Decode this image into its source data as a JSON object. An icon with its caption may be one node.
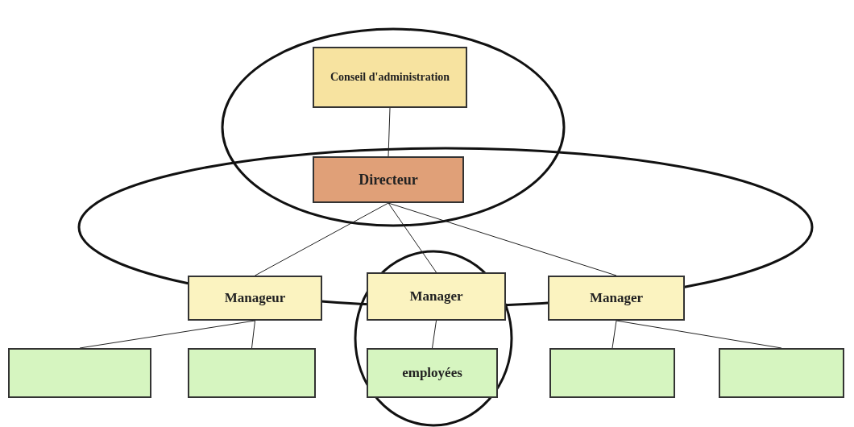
{
  "diagram": {
    "nodes": [
      {
        "text": [
          "Conseil d'administration"
        ]
      },
      {
        "text": [
          "Directeur"
        ]
      },
      {
        "text": [
          "Manageur"
        ]
      },
      {
        "text": [
          "Manager"
        ]
      },
      {
        "text": [
          "Manager"
        ]
      },
      {
        "text": [],
        "shape": "box"
      },
      {
        "text": [],
        "shape": "box"
      },
      {
        "text": [
          "employées"
        ]
      },
      {
        "text": [],
        "shape": "box"
      },
      {
        "text": [],
        "shape": "box"
      }
    ],
    "edges": [
      {
        "from": 0,
        "to": 1,
        "arrow": "none"
      },
      {
        "from": 1,
        "to": 2,
        "arrow": "none"
      },
      {
        "from": 1,
        "to": 3,
        "arrow": "none"
      },
      {
        "from": 1,
        "to": 4,
        "arrow": "none"
      },
      {
        "from": 2,
        "to": 5,
        "arrow": "none"
      },
      {
        "from": 2,
        "to": 6,
        "arrow": "none"
      },
      {
        "from": 3,
        "to": 7,
        "arrow": "none"
      },
      {
        "from": 4,
        "to": 8,
        "arrow": "none"
      },
      {
        "from": 4,
        "to": 9,
        "arrow": "none"
      }
    ]
  }
}
